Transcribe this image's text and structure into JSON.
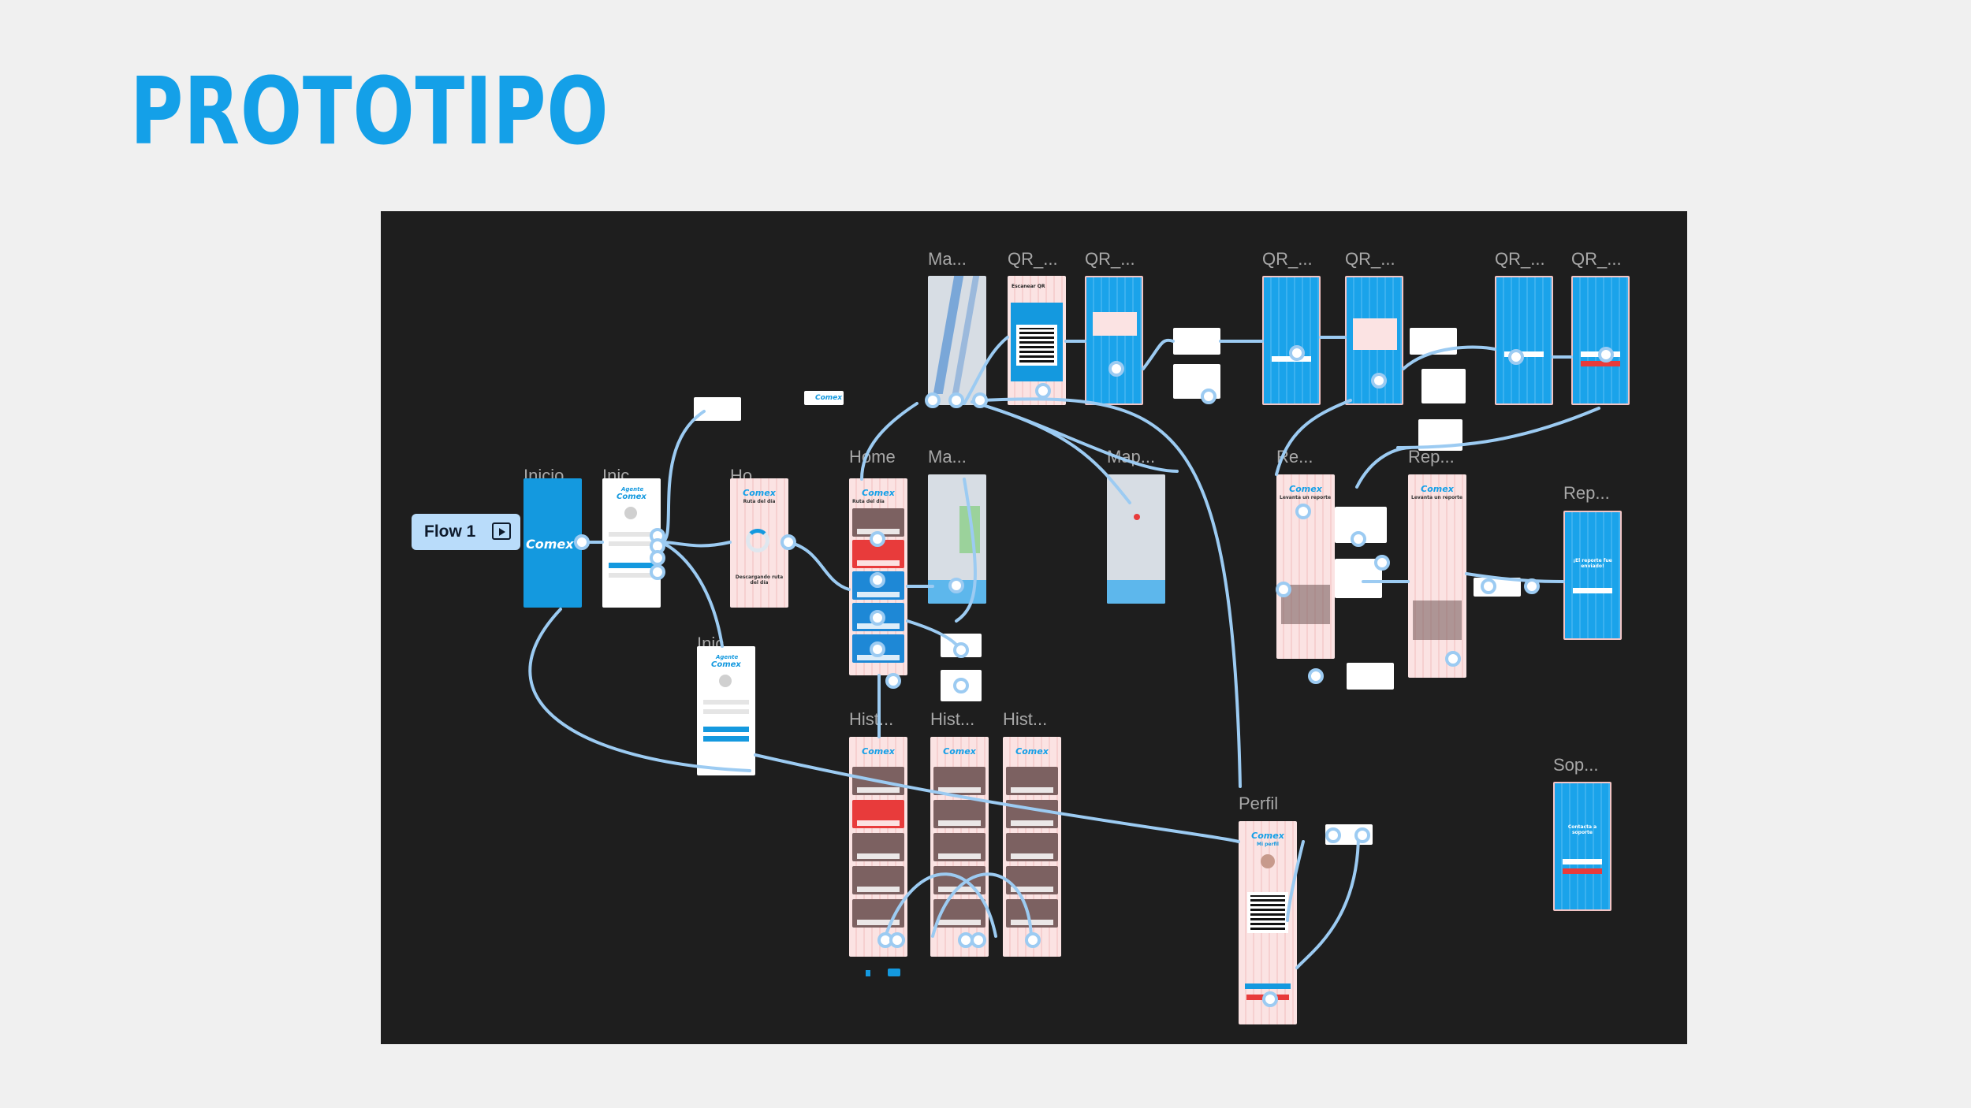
{
  "slide": {
    "title": "PROTOTIPO",
    "accent": "#14a0e8"
  },
  "canvas": {
    "background": "#1e1e1e"
  },
  "flow": {
    "label": "Flow 1",
    "icon": "play-icon"
  },
  "frame_labels": {
    "inicio": "Inicio",
    "inicio2": "Inic...",
    "home_loading": "Ho...",
    "inicio3": "Inic...",
    "home": "Home",
    "map1": "Ma...",
    "map2": "Ma...",
    "map3": "Map...",
    "qr1": "QR_...",
    "qr2": "QR_...",
    "qr3": "QR_...",
    "qr4": "QR_...",
    "qr5": "QR_...",
    "qr6": "QR_...",
    "rep1": "Re...",
    "rep2": "Rep...",
    "rep3": "Rep...",
    "hist1": "Hist...",
    "hist2": "Hist...",
    "hist3": "Hist...",
    "perfil": "Perfil",
    "soporte": "Sop..."
  },
  "screen_text": {
    "brand": "Comex",
    "agente": "Agente",
    "ruta_del_dia": "Ruta del día",
    "descargando": "Descargando ruta del día",
    "escanear_qr": "Escanear QR",
    "levanta_reporte": "Levanta un reporte",
    "mi_perfil": "Mi perfil",
    "reporte_enviado": "¡El reporte fue enviado!",
    "contacta_soporte": "Contacta a soporte"
  },
  "colors": {
    "blue": "#1499df",
    "pink": "#fbe3e3",
    "red": "#e83b3b",
    "connector": "#9ccbf2"
  }
}
